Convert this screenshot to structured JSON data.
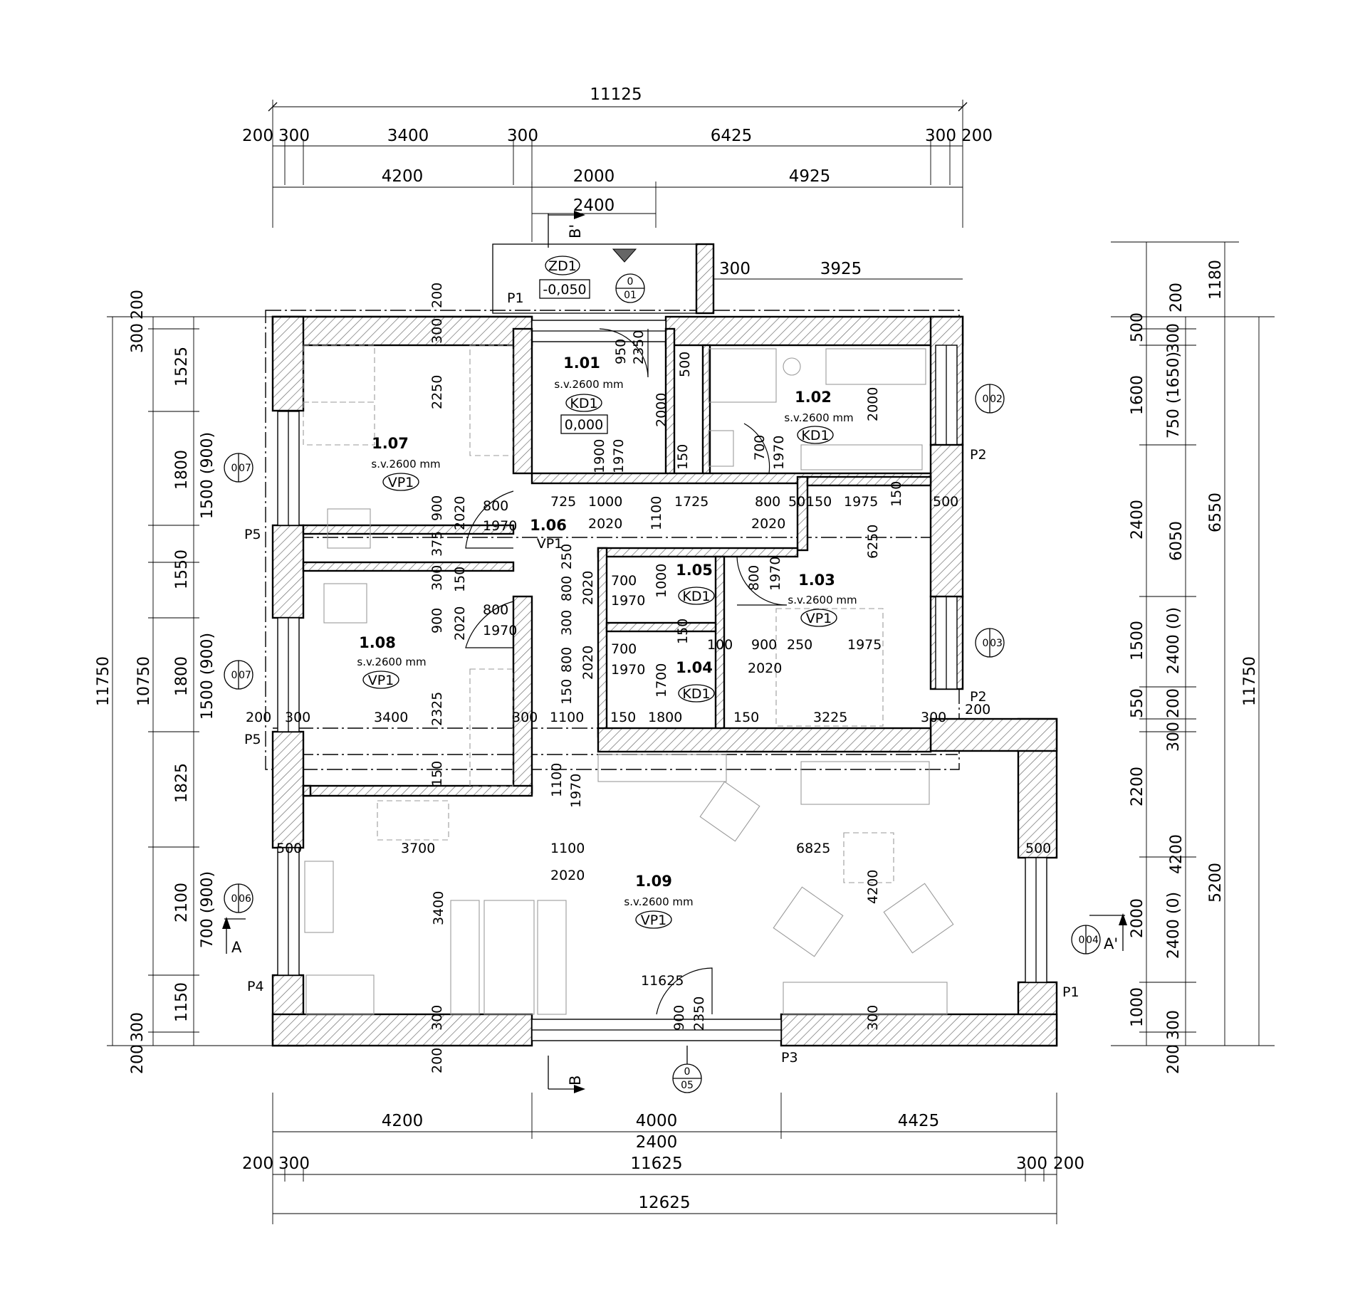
{
  "rooms": [
    {
      "id": "r107",
      "num": "1.07",
      "height": "s.v.2600 mm",
      "floor": "VP1"
    },
    {
      "id": "r101",
      "num": "1.01",
      "height": "s.v.2600 mm",
      "floor": "KD1",
      "level": "0,000"
    },
    {
      "id": "r102",
      "num": "1.02",
      "height": "s.v.2600 mm",
      "floor": "KD1"
    },
    {
      "id": "r106",
      "num": "1.06",
      "floor": "VP1"
    },
    {
      "id": "r105",
      "num": "1.05",
      "floor": "KD1"
    },
    {
      "id": "r103",
      "num": "1.03",
      "height": "s.v.2600 mm",
      "floor": "VP1"
    },
    {
      "id": "r104",
      "num": "1.04",
      "floor": "KD1"
    },
    {
      "id": "r108",
      "num": "1.08",
      "height": "s.v.2600 mm",
      "floor": "VP1"
    },
    {
      "id": "r109",
      "num": "1.09",
      "height": "s.v.2600 mm",
      "floor": "VP1"
    }
  ],
  "entrance": {
    "floor": "ZD1",
    "level": "-0,050"
  },
  "sections": {
    "a": "A",
    "a2": "A'",
    "b": "B",
    "b2": "B'"
  },
  "window_bubbles": [
    {
      "top": "0",
      "bottom": "01"
    },
    {
      "top": "0",
      "bottom": "02"
    },
    {
      "top": "0",
      "bottom": "03"
    },
    {
      "top": "0",
      "bottom": "04"
    },
    {
      "top": "0",
      "bottom": "05"
    },
    {
      "top": "0",
      "bottom": "06"
    },
    {
      "top": "0",
      "bottom": "07"
    },
    {
      "top": "0",
      "bottom": "07"
    }
  ],
  "sill_tags": [
    "P1",
    "P1",
    "P2",
    "P2",
    "P3",
    "P4",
    "P5",
    "P5"
  ],
  "dims_top": {
    "overall": "11125",
    "row1": [
      "200",
      "300",
      "3400",
      "300",
      "6425",
      "300",
      "200"
    ],
    "row2": [
      "4200",
      "2000",
      "4925"
    ],
    "row3": "2400",
    "porch": [
      "300",
      "3925"
    ]
  },
  "dims_bottom": {
    "row1": [
      "4200",
      "4000",
      "4425"
    ],
    "row2": "2400",
    "row3": [
      "200",
      "300",
      "11625",
      "300",
      "200"
    ],
    "overall": "12625"
  },
  "dims_left": {
    "outer": "11750",
    "inner": "10750",
    "chain": [
      "200",
      "300",
      "1525",
      "1800",
      "1500 (900)",
      "1550",
      "1800",
      "1500 (900)",
      "1825",
      "2100",
      "700 (900)",
      "1150",
      "300",
      "200"
    ]
  },
  "dims_right": {
    "outer": "11750",
    "six": "6550",
    "sixb": "6050",
    "five": "5200",
    "chainA": [
      "1180",
      "200",
      "500",
      "300",
      "1600",
      "750 (1650)",
      "2400",
      "1500",
      "2400 (0)",
      "550",
      "200",
      "300",
      "2200",
      "4200",
      "2000",
      "2400 (0)",
      "1000",
      "300",
      "200"
    ]
  },
  "interior_dims": [
    "2250",
    "900",
    "2020",
    "800",
    "1970",
    "375",
    "300",
    "150",
    "900",
    "2020",
    "800",
    "1970",
    "2325",
    "3400",
    "200",
    "300",
    "300",
    "1100",
    "150",
    "1800",
    "150",
    "3225",
    "300",
    "200",
    "950",
    "2350",
    "500",
    "2000",
    "2000",
    "1900",
    "1970",
    "150",
    "700",
    "1970",
    "725",
    "1000",
    "1725",
    "800",
    "50",
    "150",
    "1975",
    "2020",
    "1100",
    "2020",
    "150",
    "500",
    "250",
    "800",
    "300",
    "800",
    "150",
    "2020",
    "700",
    "1970",
    "1000",
    "150",
    "2020",
    "700",
    "1970",
    "1700",
    "100",
    "900",
    "250",
    "1975",
    "2020",
    "800",
    "1970",
    "6250",
    "3700",
    "1100",
    "6825",
    "2020",
    "3400",
    "4200",
    "11625",
    "900",
    "2350",
    "500",
    "500",
    "1100",
    "1970",
    "150",
    "300",
    "300",
    "200",
    "300",
    "200"
  ]
}
